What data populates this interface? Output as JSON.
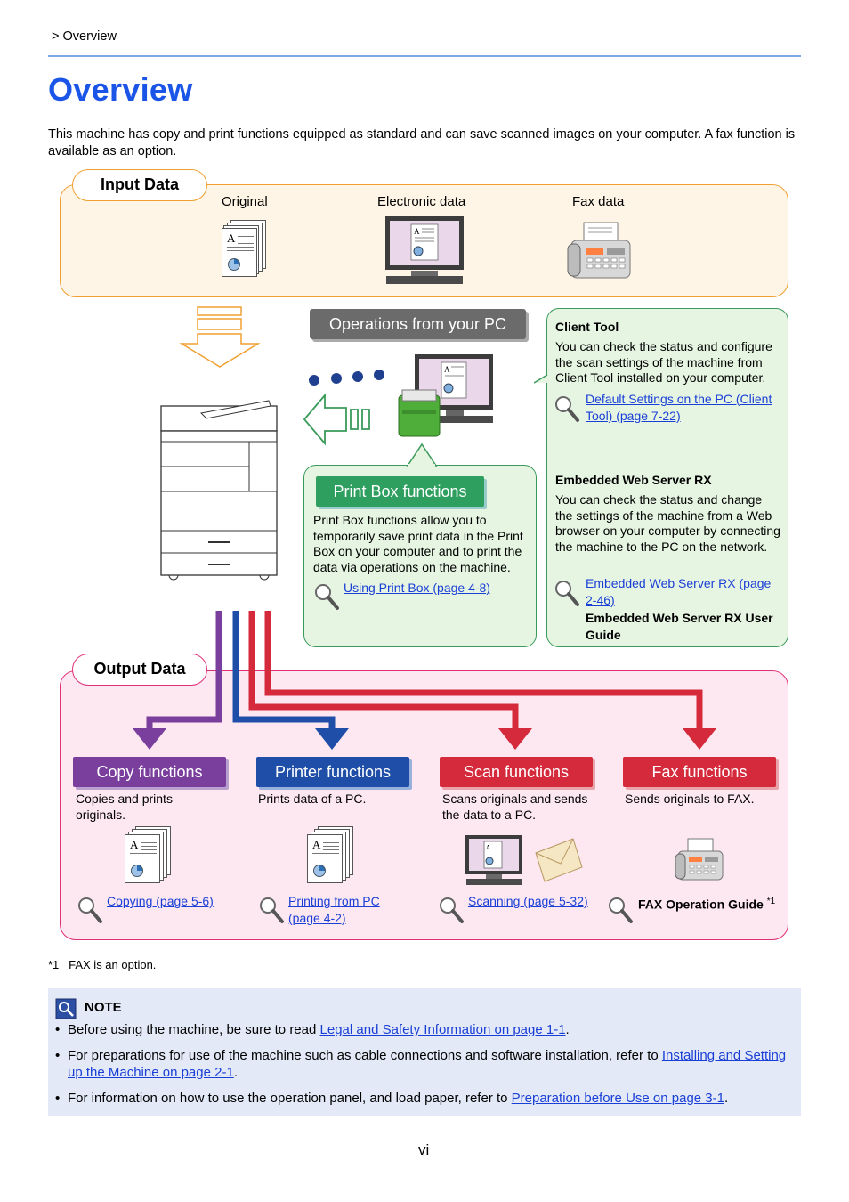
{
  "breadcrumb": "> Overview",
  "title": "Overview",
  "intro": "This machine has copy and print functions equipped as standard and can save scanned images on your computer. A fax function is available as an option.",
  "input": {
    "label": "Input Data",
    "items": [
      "Original",
      "Electronic data",
      "Fax data"
    ]
  },
  "operations": {
    "label": "Operations from your PC"
  },
  "client_tool": {
    "heading": "Client Tool",
    "text": "You can check the status and configure the scan settings of the machine from Client Tool installed on your computer.",
    "link_line1": "Default Settings on the PC (Client ",
    "link_line2": "Tool) (page 7-22)"
  },
  "ews": {
    "heading": "Embedded Web Server RX",
    "text": "You can check the status and change the settings of the machine from a Web browser on your computer by connecting the machine to the PC on the network.",
    "link_line1": "Embedded Web Server RX (page ",
    "link_line2": "2-46)",
    "guide": "Embedded Web Server RX User Guide"
  },
  "print_box": {
    "label": "Print Box functions",
    "text": "Print Box functions allow you to temporarily save print data in the Print Box on your computer and to print the data via operations on the machine.",
    "link": "Using Print Box (page 4-8)"
  },
  "output": {
    "label": "Output Data",
    "functions": [
      {
        "label": "Copy functions",
        "desc": "Copies and prints originals.",
        "link1": "Copying (page 5-6)",
        "link2": ""
      },
      {
        "label": "Printer functions",
        "desc": "Prints data of a PC.",
        "link1": "Printing from PC ",
        "link2": "(page 4-2)"
      },
      {
        "label": "Scan functions",
        "desc": "Scans originals and sends the data to a PC.",
        "link1": "Scanning (page 5-32)",
        "link2": ""
      },
      {
        "label": "Fax functions",
        "desc": "Sends originals to FAX.",
        "guide": "FAX Operation Guide",
        "sup": "*1"
      }
    ]
  },
  "footnote": "*1   FAX is an option.",
  "note": {
    "title": "NOTE",
    "items": [
      {
        "pre": "Before using the machine, be sure to read ",
        "link": "Legal and Safety Information on page 1-1",
        "post": "."
      },
      {
        "pre": "For preparations for use of the machine such as cable connections and software installation, refer to ",
        "link": "Installing and Setting up the Machine on page 2-1",
        "post": "."
      },
      {
        "pre": "For information on how to use the operation panel, and load paper, refer to ",
        "link": "Preparation before Use on page 3-1",
        "post": "."
      }
    ]
  },
  "page_number": "vi",
  "colors": {
    "title_blue": "#1b55e8",
    "input_orange": "#f0a030",
    "output_pink": "#e0307a",
    "green": "#2f9f5f",
    "copy_purple": "#7a3e9d",
    "printer_blue": "#1f4ea8",
    "scan_red": "#d42a3c",
    "fax_red": "#d42a3c",
    "link_blue": "#1a3fd6"
  },
  "icons": [
    "document-icon",
    "monitor-icon",
    "fax-machine-icon",
    "mfp-printer-icon",
    "pc-with-box-icon",
    "magnifier-icon",
    "envelope-icon",
    "note-icon"
  ]
}
